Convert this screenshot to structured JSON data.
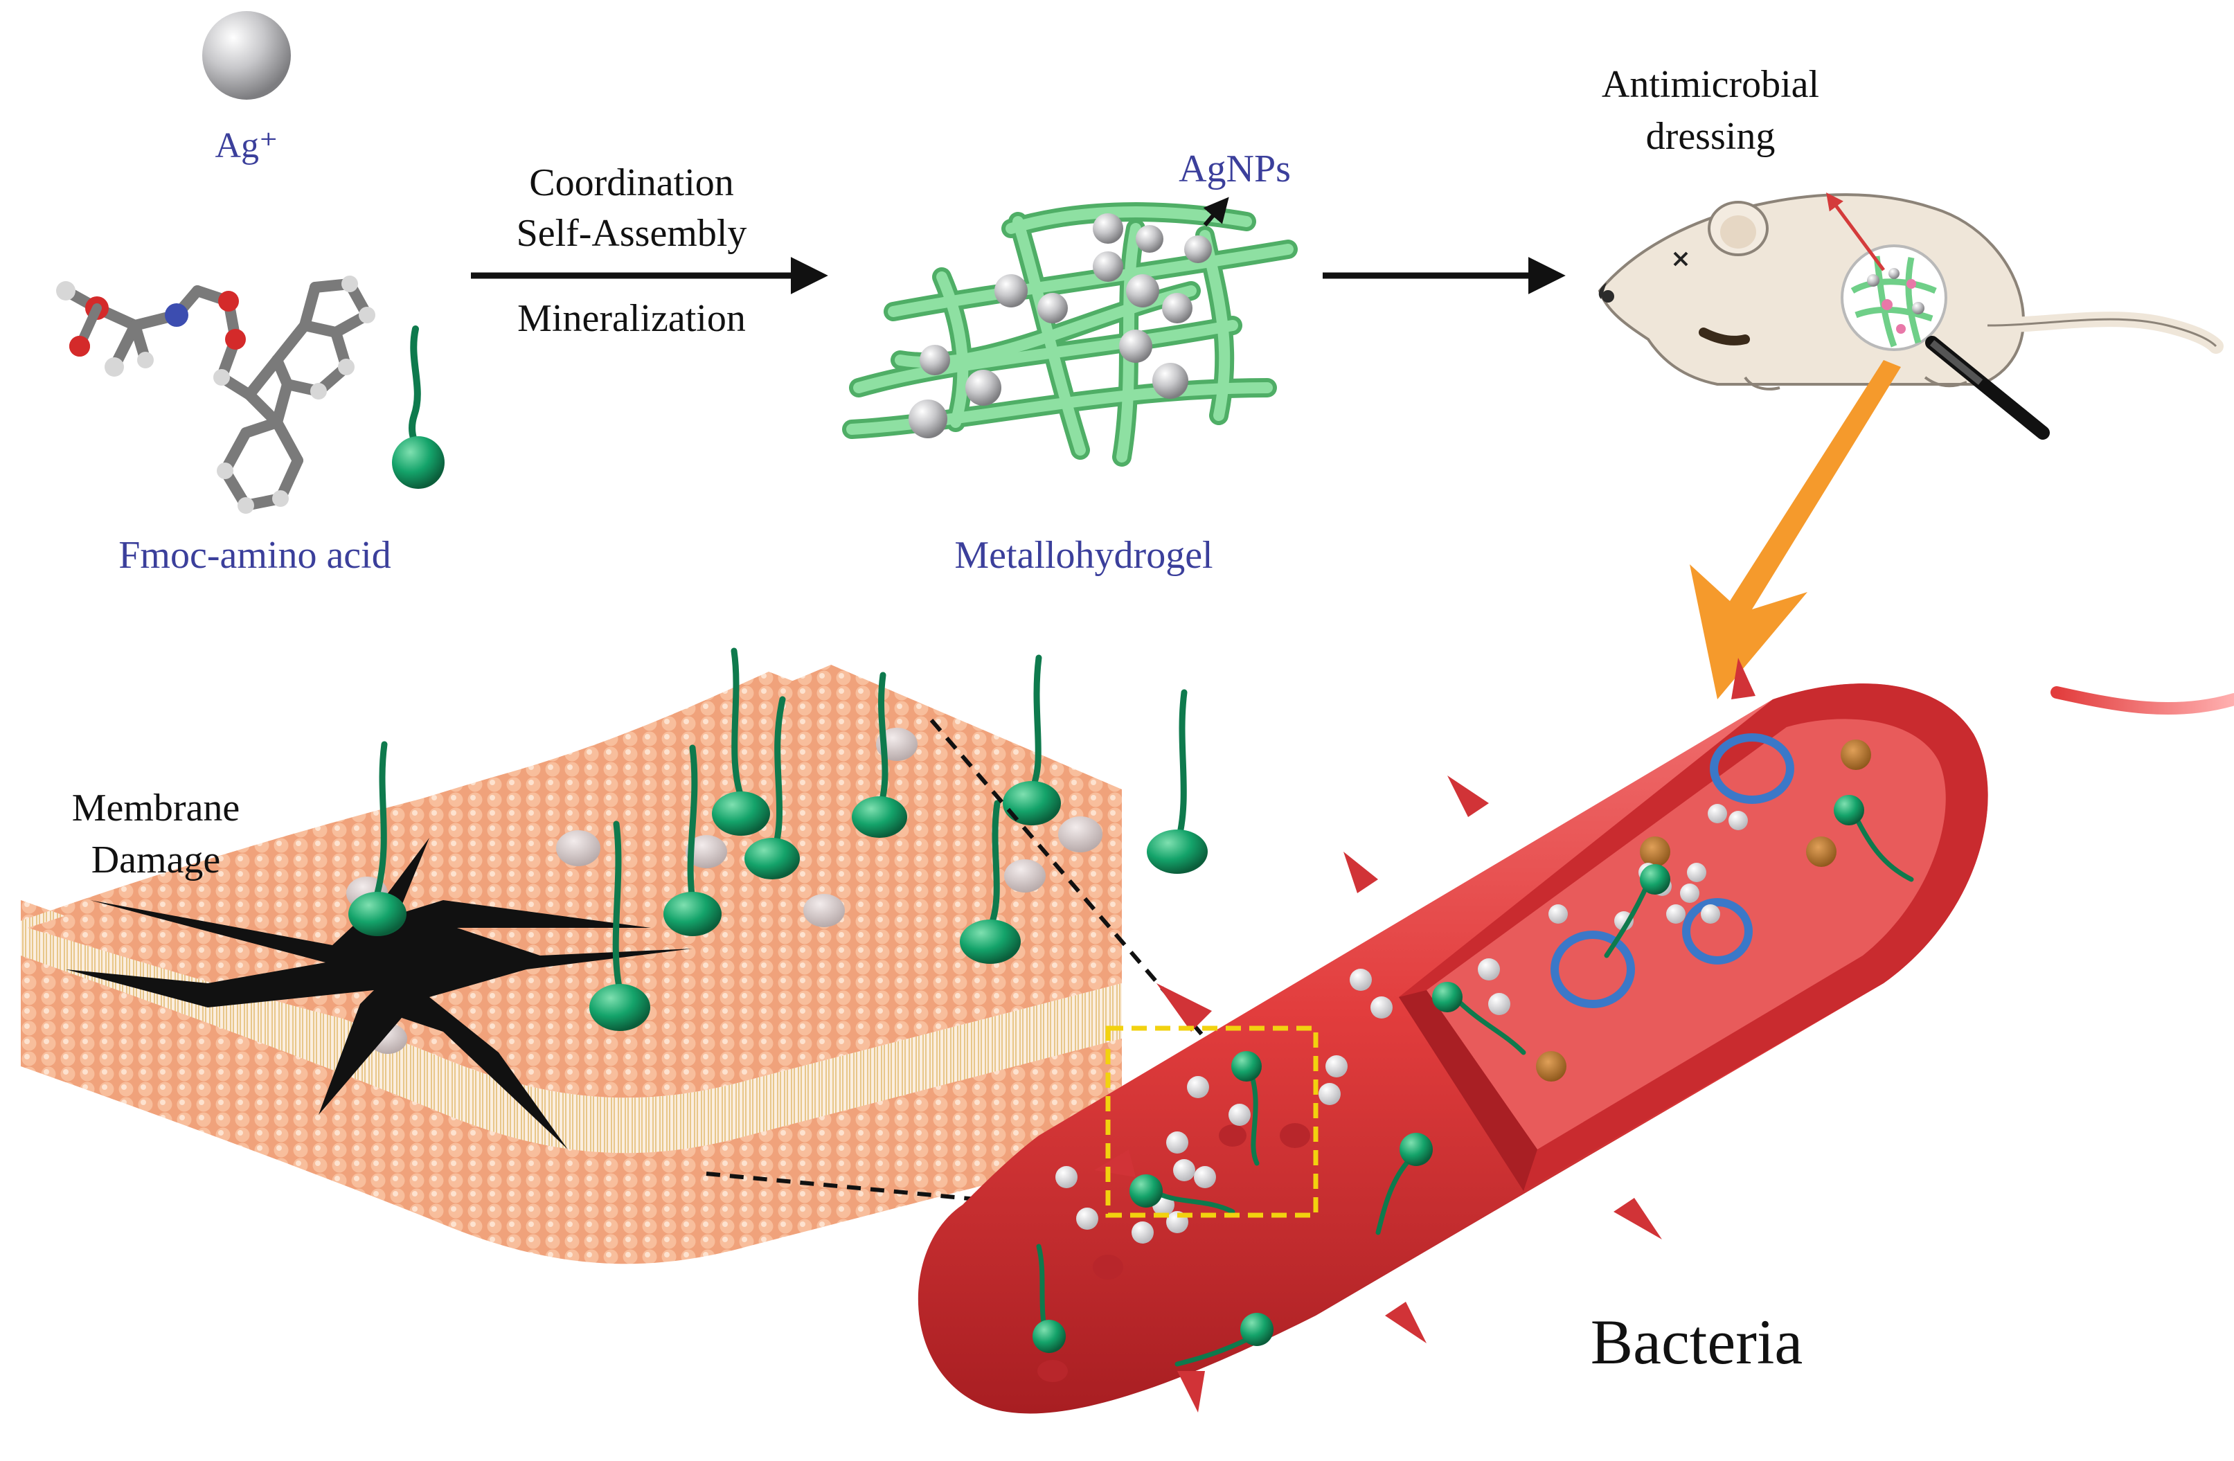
{
  "labels": {
    "ag_ion": "Ag⁺",
    "fmoc": "Fmoc-amino acid",
    "arrow1_top1": "Coordination",
    "arrow1_top2": "Self-Assembly",
    "arrow1_bottom": "Mineralization",
    "agnps": "AgNPs",
    "hydrogel": "Metallohydrogel",
    "dressing1": "Antimicrobial",
    "dressing2": "dressing",
    "membrane1": "Membrane",
    "membrane2": "Damage",
    "bacteria": "Bacteria"
  },
  "colors": {
    "label_blue": "#3b3f9b",
    "fiber_green": "#74cf8a",
    "peptide_green": "#14a36a",
    "membrane_orange": "#f5b08a",
    "bacteria_red": "#e23d3d",
    "silver_grey": "#a7a7aa",
    "orange_arrow": "#f59a2c",
    "dashed_yellow": "#f2d20f"
  }
}
